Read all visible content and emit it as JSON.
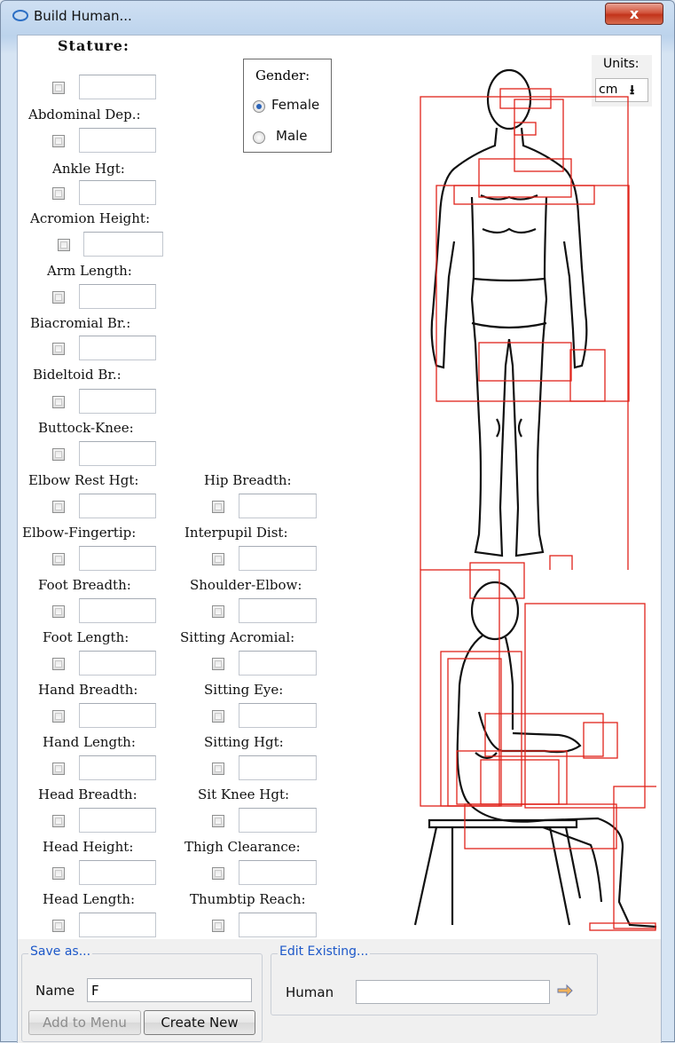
{
  "window": {
    "title": "Build Human...",
    "close_label": "x"
  },
  "gender": {
    "title": "Gender:",
    "options": [
      "Female",
      "Male"
    ],
    "selected": "Female"
  },
  "units": {
    "label": "Units:",
    "value": "cm"
  },
  "left_column": [
    "Stature:",
    "Abdominal Dep.:",
    "Ankle Hgt:",
    "Acromion Height:",
    "Arm Length:",
    "Biacromial Br.:",
    "Bideltoid Br.:",
    "Buttock-Knee:",
    "Elbow Rest Hgt:",
    "Elbow-Fingertip:",
    "Foot Breadth:",
    "Foot Length:",
    "Hand Breadth:",
    "Hand Length:",
    "Head Breadth:",
    "Head Height:",
    "Head Length:"
  ],
  "right_column": [
    "Hip Breadth:",
    "Interpupil Dist:",
    "Shoulder-Elbow:",
    "Sitting Acromial:",
    "Sitting Eye:",
    "Sitting Hgt:",
    "Sit Knee Hgt:",
    "Thigh Clearance:",
    "Thumbtip Reach:"
  ],
  "save_as": {
    "title": "Save as...",
    "name_label": "Name",
    "name_value": "F",
    "add_to_menu": "Add to Menu",
    "create_new": "Create New"
  },
  "edit_existing": {
    "title": "Edit Existing...",
    "human_label": "Human",
    "human_value": ""
  },
  "colors": {
    "accent": "#1d58c9",
    "measure_box": "#e0241b",
    "close": "#c2331a"
  }
}
